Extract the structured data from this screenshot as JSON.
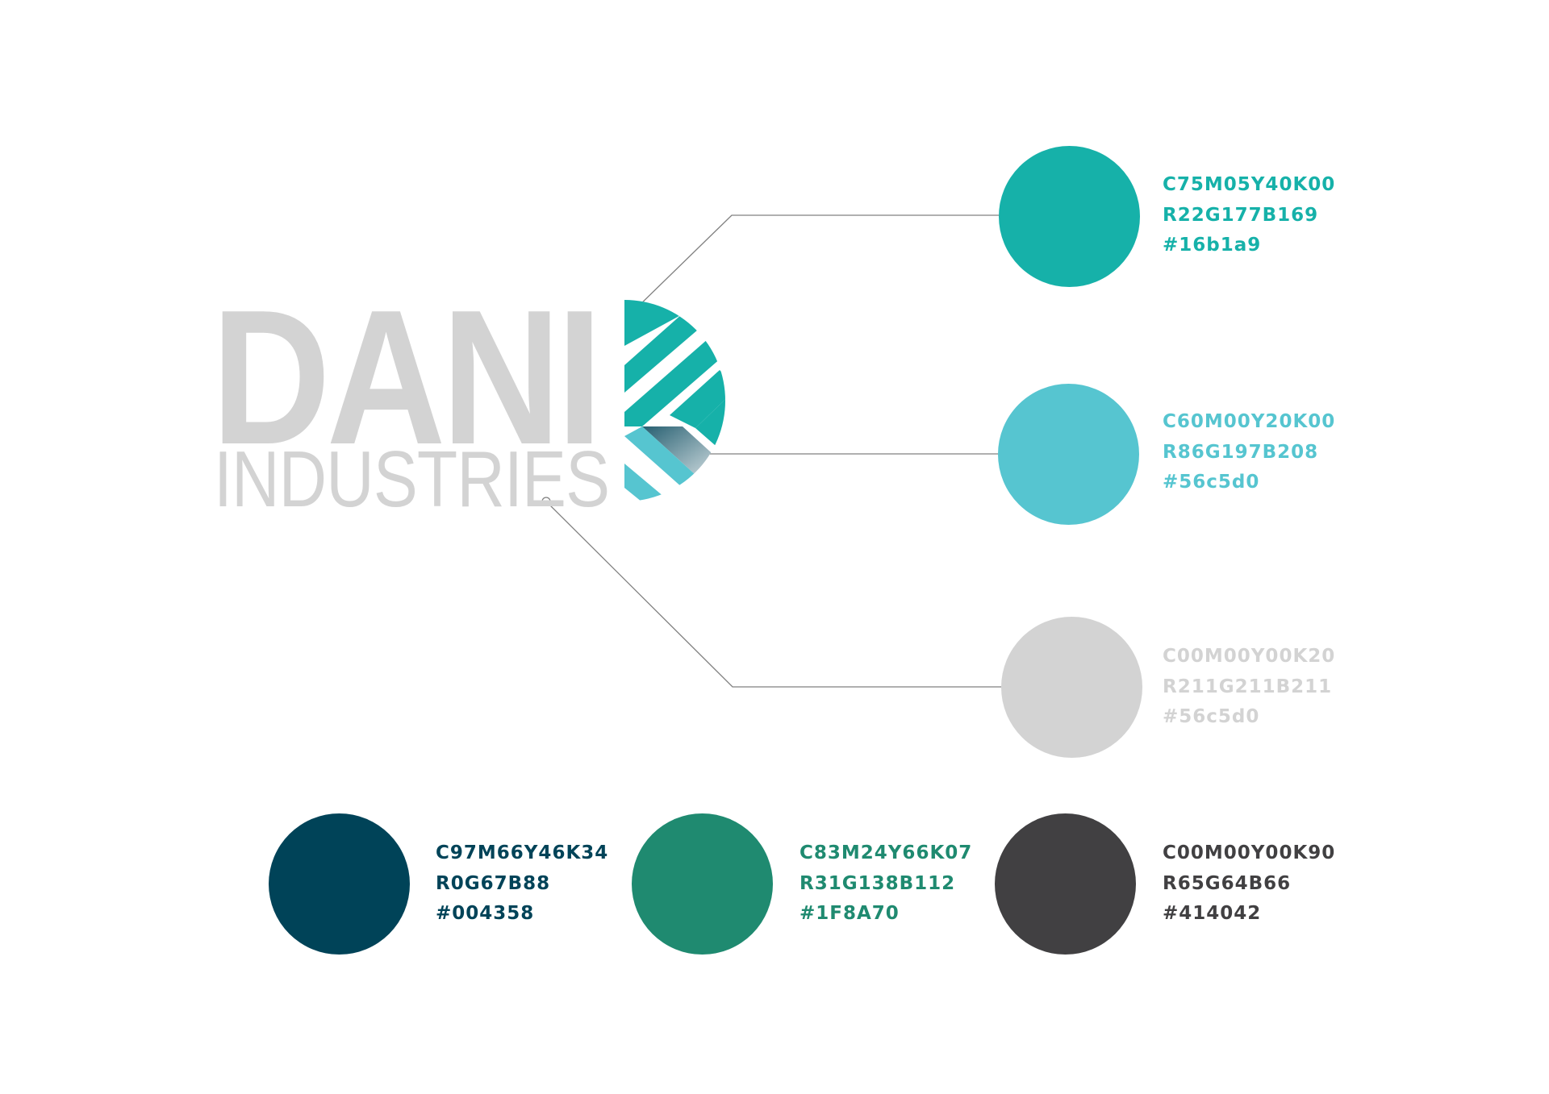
{
  "logo": {
    "word": "DANI",
    "subword": "INDUSTRIES",
    "word_color": "#d3d3d3",
    "mark_colors": {
      "teal": "#16b1a9",
      "light_teal": "#56c5d0",
      "shadow": "#004358"
    }
  },
  "connector_color": "#808080",
  "swatches": [
    {
      "id": "teal",
      "fill": "#16b1a9",
      "text_color": "#16b1a9",
      "cmyk": "C75M05Y40K00",
      "rgb": "R22G177B169",
      "hex": "#16b1a9"
    },
    {
      "id": "light-teal",
      "fill": "#56c5d0",
      "text_color": "#56c5d0",
      "cmyk": "C60M00Y20K00",
      "rgb": "R86G197B208",
      "hex": "#56c5d0"
    },
    {
      "id": "light-grey",
      "fill": "#d3d3d3",
      "text_color": "#d3d3d3",
      "cmyk": "C00M00Y00K20",
      "rgb": "R211G211B211",
      "hex": "#56c5d0"
    },
    {
      "id": "navy",
      "fill": "#004358",
      "text_color": "#004358",
      "cmyk": "C97M66Y46K34",
      "rgb": "R0G67B88",
      "hex": "#004358"
    },
    {
      "id": "green",
      "fill": "#1f8a70",
      "text_color": "#1f8a70",
      "cmyk": "C83M24Y66K07",
      "rgb": "R31G138B112",
      "hex": "#1F8A70"
    },
    {
      "id": "charcoal",
      "fill": "#414042",
      "text_color": "#414042",
      "cmyk": "C00M00Y00K90",
      "rgb": "R65G64B66",
      "hex": "#414042"
    }
  ]
}
